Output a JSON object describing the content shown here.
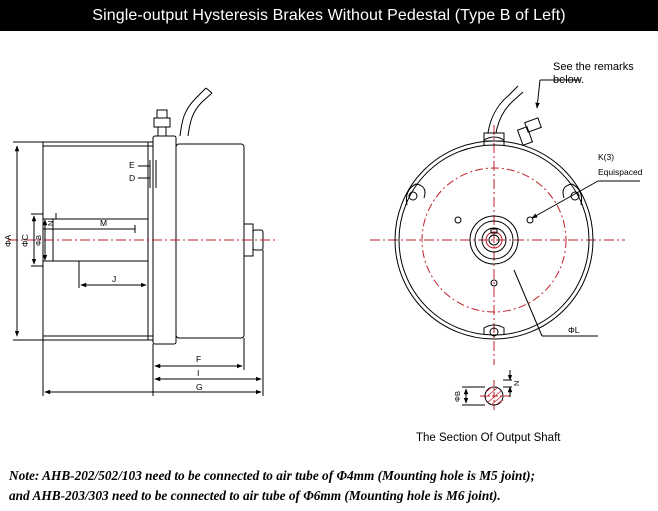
{
  "title": "Single-output Hysteresis Brakes Without Pedestal (Type B of Left)",
  "side_view": {
    "dims": {
      "A": "ΦA",
      "C": "ΦC",
      "B": "ΦB",
      "N": "N",
      "M": "M",
      "E": "E",
      "D": "D",
      "J": "J",
      "F": "F",
      "I": "I",
      "G": "G"
    }
  },
  "front_view": {
    "remark_line1": "See the remarks",
    "remark_line2": "below.",
    "k_label": "K(3)",
    "k_sub": "Equispaced",
    "l_label": "ΦL"
  },
  "section": {
    "b_label": "ΦB",
    "n_label": "N",
    "caption": "The Section Of Output Shaft"
  },
  "note": {
    "line1": "Note: AHB-202/502/103 need to be connected to air tube of Φ4mm (Mounting hole is M5 joint);",
    "line2": "and AHB-203/303 need to be connected to air tube of Φ6mm (Mounting hole is M6 joint)."
  }
}
